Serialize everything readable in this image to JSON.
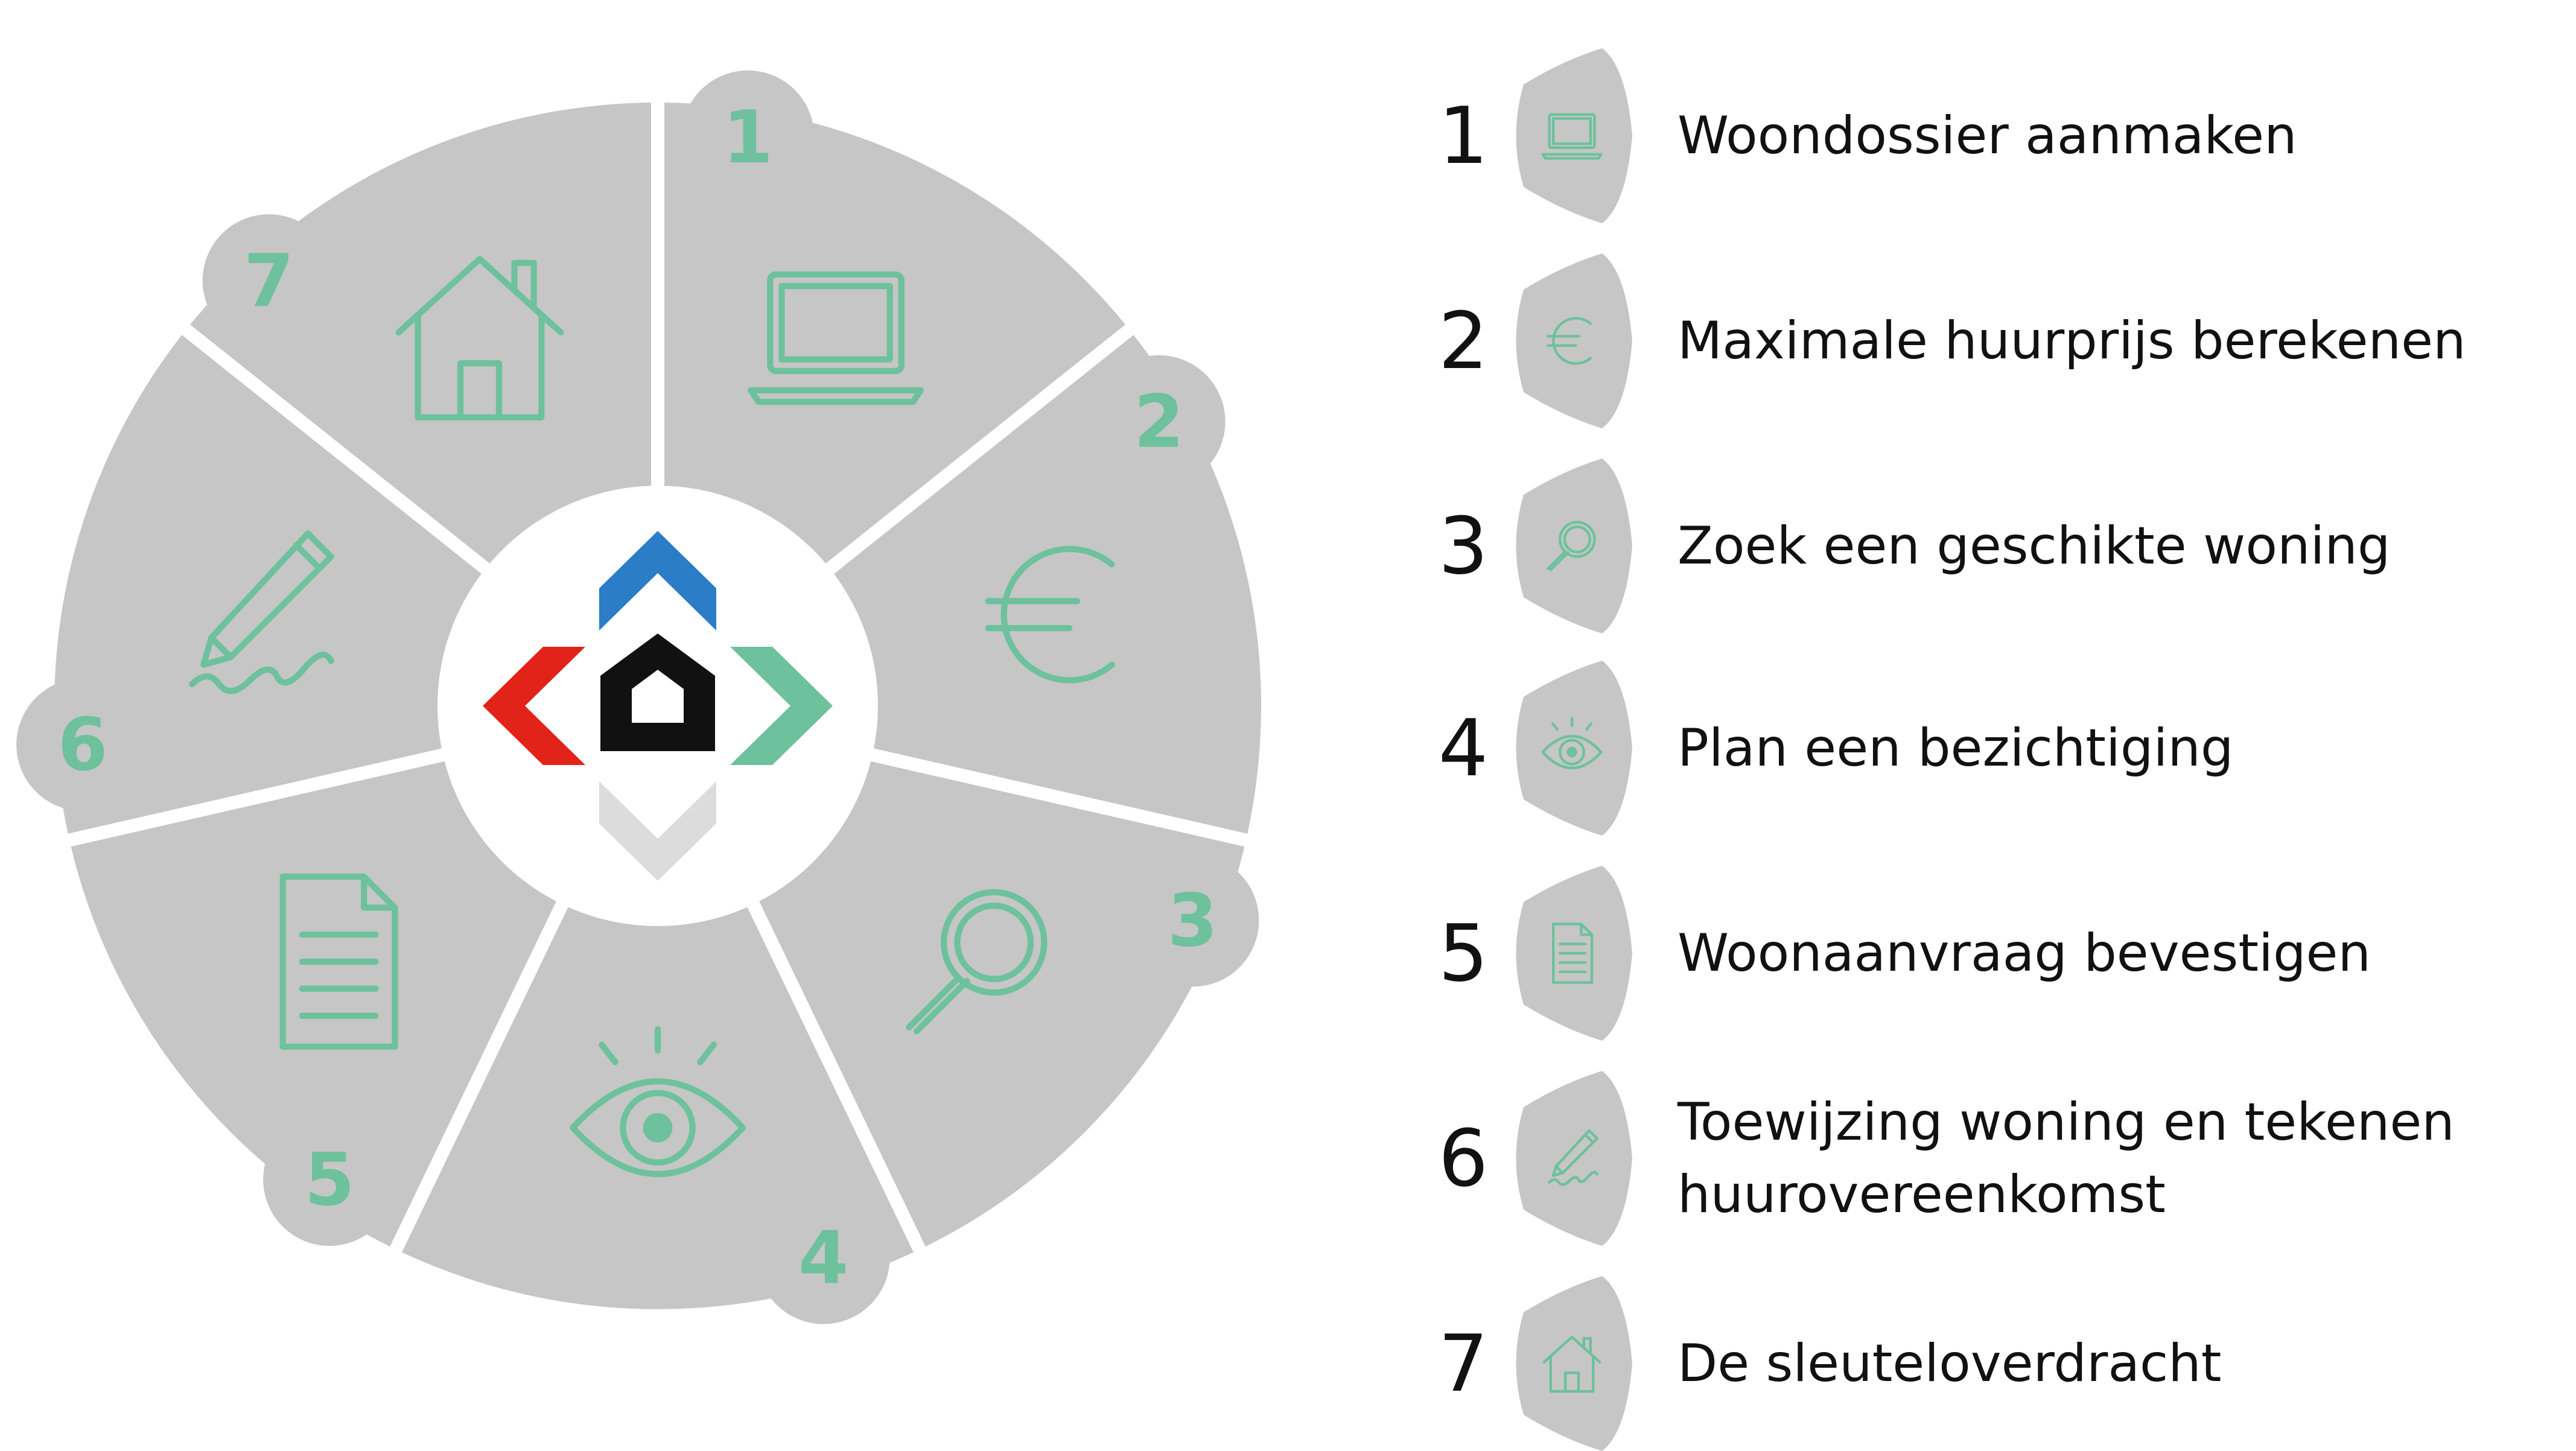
{
  "colors": {
    "segment": "#c6c6c6",
    "accent": "#6dc19c",
    "logo_blue": "#2a7dc6",
    "logo_red": "#e2231a",
    "logo_green": "#6dc19c",
    "logo_black": "#111111",
    "logo_grey": "#dcdcdc"
  },
  "wheel": {
    "segments": [
      {
        "number": "1",
        "icon": "laptop-icon"
      },
      {
        "number": "2",
        "icon": "euro-icon"
      },
      {
        "number": "3",
        "icon": "magnifier-icon"
      },
      {
        "number": "4",
        "icon": "eye-icon"
      },
      {
        "number": "5",
        "icon": "document-icon"
      },
      {
        "number": "6",
        "icon": "pencil-signature-icon"
      },
      {
        "number": "7",
        "icon": "house-icon"
      }
    ],
    "center_icon": "company-logo-icon"
  },
  "steps": [
    {
      "number": "1",
      "icon": "laptop-icon",
      "label": "Woondossier aanmaken"
    },
    {
      "number": "2",
      "icon": "euro-icon",
      "label": "Maximale huurprijs berekenen"
    },
    {
      "number": "3",
      "icon": "magnifier-icon",
      "label": "Zoek een geschikte woning"
    },
    {
      "number": "4",
      "icon": "eye-icon",
      "label": "Plan een bezichtiging"
    },
    {
      "number": "5",
      "icon": "document-icon",
      "label": "Woonaanvraag bevestigen"
    },
    {
      "number": "6",
      "icon": "pencil-signature-icon",
      "label": "Toewijzing woning en tekenen\nhuurovereenkomst"
    },
    {
      "number": "7",
      "icon": "house-icon",
      "label": "De sleuteloverdracht"
    }
  ]
}
